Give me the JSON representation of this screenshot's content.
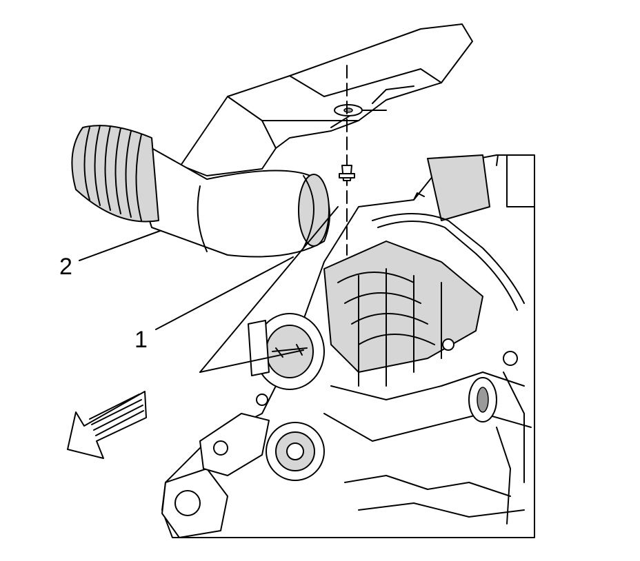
{
  "diagram": {
    "callouts": [
      {
        "id": "1",
        "text": "1"
      },
      {
        "id": "2",
        "text": "2"
      }
    ],
    "colors": {
      "line": "#000000",
      "shade": "#d6d6d6",
      "background": "#ffffff"
    }
  }
}
